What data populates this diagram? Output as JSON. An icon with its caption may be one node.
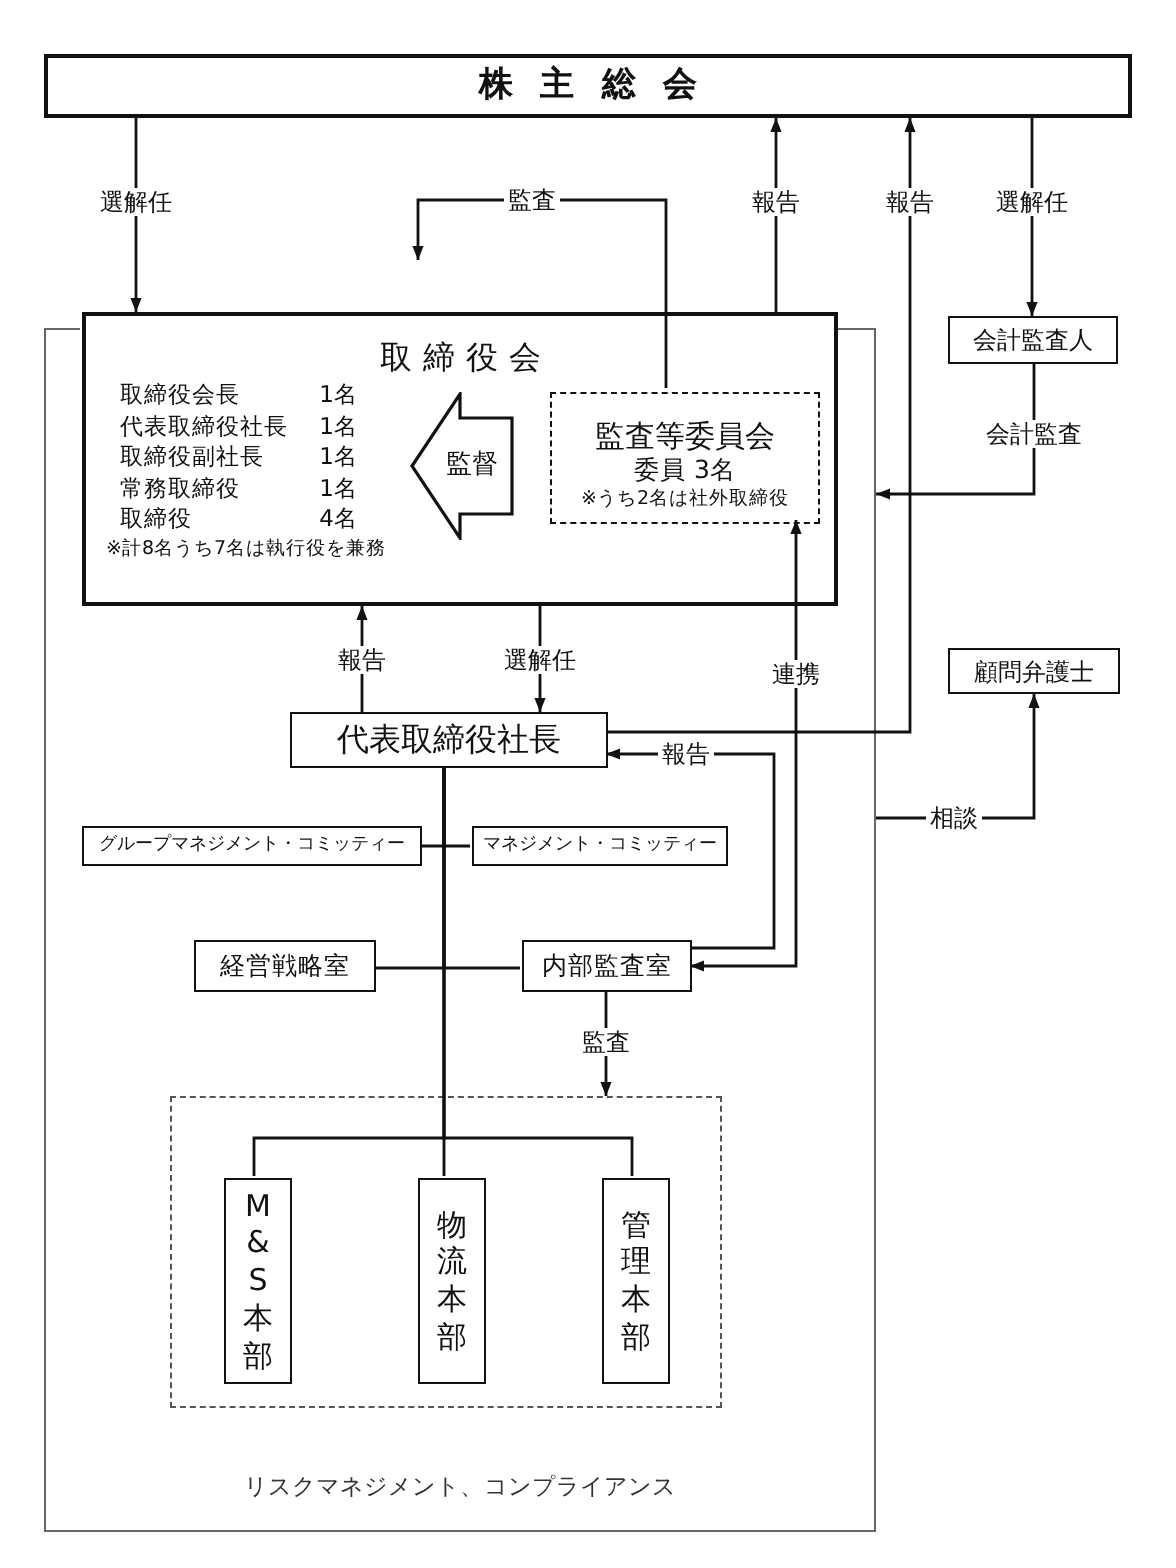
{
  "diagram": {
    "nodes": [
      {
        "text": [
          "株主総会"
        ]
      },
      {
        "text": [
          "リスクマネジメント、コンプライアンス"
        ]
      },
      {
        "text": [
          "取締役会",
          "取締役会長 1名",
          "代表取締役社長 1名",
          "取締役副社長 1名",
          "常務取締役 1名",
          "取締役 4名",
          "※計8名うち7名は執行役を兼務"
        ],
        "in": 1
      },
      {
        "text": [
          "監督"
        ],
        "in": 2
      },
      {
        "text": [
          "監査等委員会",
          "委員 3名",
          "※うち2名は社外取締役"
        ],
        "in": 2
      },
      {
        "text": [
          "会計監査人"
        ]
      },
      {
        "text": [
          "顧問弁護士"
        ]
      },
      {
        "text": [
          "代表取締役社長"
        ],
        "in": 1
      },
      {
        "text": [
          "グループマネジメント・コミッティー"
        ],
        "in": 1
      },
      {
        "text": [
          "マネジメント・コミッティー"
        ],
        "in": 1
      },
      {
        "text": [
          "経営戦略室"
        ],
        "in": 1
      },
      {
        "text": [
          "内部監査室"
        ],
        "in": 1
      },
      {
        "text": [],
        "shape": "box",
        "in": 1
      },
      {
        "text": [
          "M&S本部"
        ],
        "in": 12
      },
      {
        "text": [
          "物流本部"
        ],
        "in": 12
      },
      {
        "text": [
          "管理本部"
        ],
        "in": 12
      }
    ],
    "edges": [
      {
        "from": 0,
        "to": 2,
        "arrow": "to",
        "label": "選解任"
      },
      {
        "from": 4,
        "to": null,
        "arrow": "to",
        "label": "監査"
      },
      {
        "from": 2,
        "to": 0,
        "arrow": "to",
        "label": "報告"
      },
      {
        "from": 7,
        "to": 0,
        "arrow": "to",
        "label": "報告"
      },
      {
        "from": 0,
        "to": 5,
        "arrow": "to",
        "label": "選解任"
      },
      {
        "from": 5,
        "to": 1,
        "arrow": "to",
        "label": "会計監査"
      },
      {
        "from": 7,
        "to": 2,
        "arrow": "to",
        "label": "報告"
      },
      {
        "from": 2,
        "to": 7,
        "arrow": "to",
        "label": "選解任"
      },
      {
        "from": 11,
        "to": 4,
        "arrow": "both",
        "label": "連携"
      },
      {
        "from": 11,
        "to": 7,
        "arrow": "to",
        "label": "報告"
      },
      {
        "from": 1,
        "to": 6,
        "arrow": "to",
        "label": "相談"
      },
      {
        "from": 7,
        "to": 8,
        "arrow": "none"
      },
      {
        "from": 7,
        "to": 9,
        "arrow": "none"
      },
      {
        "from": 7,
        "to": 10,
        "arrow": "none"
      },
      {
        "from": 7,
        "to": 11,
        "arrow": "none"
      },
      {
        "from": 7,
        "to": 13,
        "arrow": "none"
      },
      {
        "from": 7,
        "to": 14,
        "arrow": "none"
      },
      {
        "from": 7,
        "to": 15,
        "arrow": "none"
      },
      {
        "from": 11,
        "to": 12,
        "arrow": "to",
        "label": "監査"
      }
    ]
  }
}
